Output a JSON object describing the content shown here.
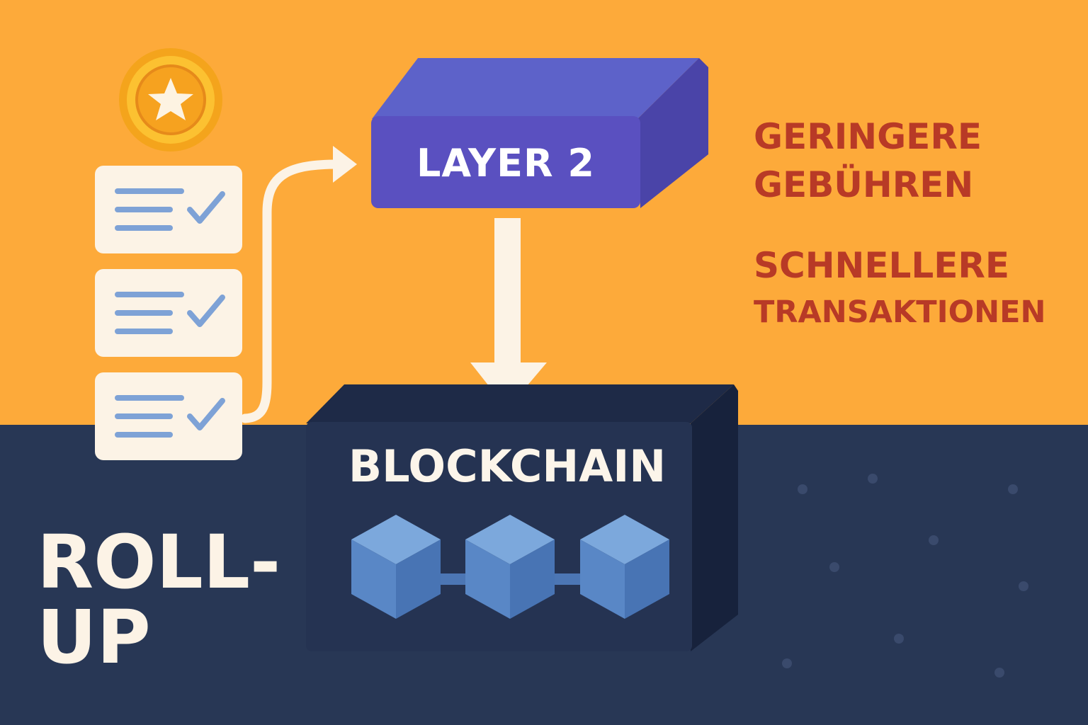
{
  "diagram": {
    "layer2_label": "LAYER 2",
    "blockchain_label": "BLOCKCHAIN",
    "benefits": [
      {
        "line1": "GERINGERE",
        "line2": "GEBÜHREN"
      },
      {
        "line1": "SCHNELLERE",
        "line2": "TRANSAKTIONEN"
      }
    ],
    "rollup_line1": "ROLL-",
    "rollup_line2": "UP",
    "icons": [
      "star-coin-icon",
      "transaction-check-icon",
      "arrow-up-right-icon",
      "arrow-down-icon",
      "cube-icon"
    ]
  },
  "colors": {
    "background_top": "#FDAA3A",
    "background_bottom": "#283755",
    "layer2": "#5B5BC5",
    "blockchain": "#202C48",
    "benefit_text": "#B83A26",
    "cream": "#FCF3E6",
    "cube": "#5A86C4"
  }
}
